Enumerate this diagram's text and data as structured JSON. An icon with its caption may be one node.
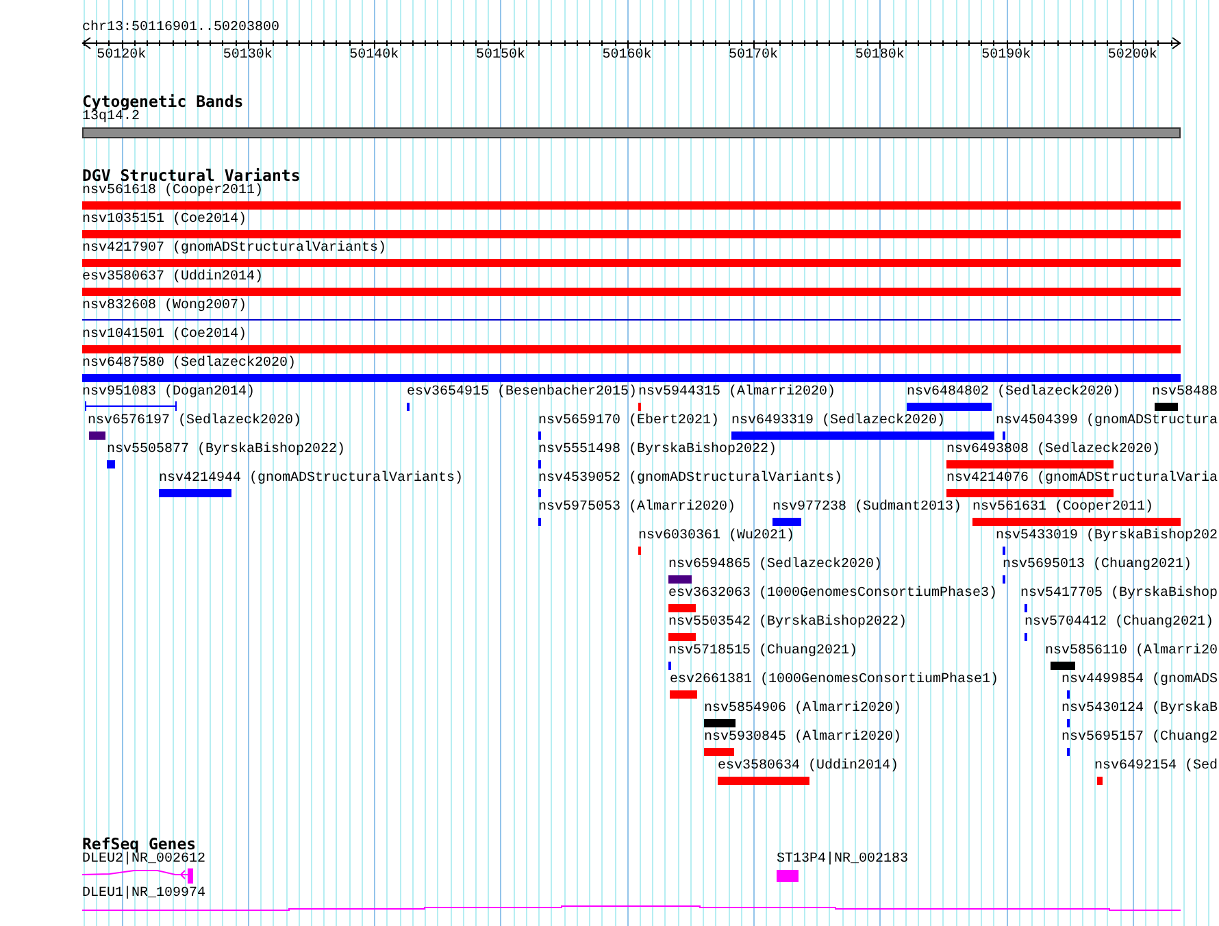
{
  "diagram": {
    "nodes": [
      {
        "text": [
          "13q14.2"
        ]
      },
      {
        "text": [
          "nsv561618 (Cooper2011)"
        ]
      },
      {
        "text": [
          "nsv1035151 (Coe2014)"
        ]
      },
      {
        "text": [
          "nsv4217907 (gnomADStructuralVariants)"
        ]
      },
      {
        "text": [
          "esv3580637 (Uddin2014)"
        ]
      },
      {
        "text": [
          "nsv832608 (Wong2007)"
        ]
      },
      {
        "text": [
          "nsv1041501 (Coe2014)"
        ]
      },
      {
        "text": [
          "nsv6487580 (Sedlazeck2020)"
        ]
      },
      {
        "text": [
          "nsv951083 (Dogan2014)"
        ]
      },
      {
        "text": [
          "esv3654915 (Besenbacher2015)"
        ]
      },
      {
        "text": [
          "nsv5944315 (Almarri2020)"
        ]
      },
      {
        "text": [
          "nsv6484802 (Sedlazeck2020)"
        ]
      },
      {
        "text": [
          "nsv58488"
        ]
      },
      {
        "text": [
          "nsv6576197 (Sedlazeck2020)"
        ]
      },
      {
        "text": [
          "nsv5659170 (Ebert2021)"
        ]
      },
      {
        "text": [
          "nsv6493319 (Sedlazeck2020)"
        ]
      },
      {
        "text": [
          "nsv4504399 (gnomADStructura"
        ]
      },
      {
        "text": [
          "nsv5505877 (ByrskaBishop2022)"
        ]
      },
      {
        "text": [
          "nsv5551498 (ByrskaBishop2022)"
        ]
      },
      {
        "text": [
          "nsv6493808 (Sedlazeck2020)"
        ]
      },
      {
        "text": [
          "nsv4214944 (gnomADStructuralVariants)"
        ]
      },
      {
        "text": [
          "nsv4539052 (gnomADStructuralVariants)"
        ]
      },
      {
        "text": [
          "nsv4214076 (gnomADStructuralVaria"
        ]
      },
      {
        "text": [
          "nsv5975053 (Almarri2020)"
        ]
      },
      {
        "text": [
          "nsv977238 (Sudmant2013)"
        ]
      },
      {
        "text": [
          "nsv561631 (Cooper2011)"
        ]
      },
      {
        "text": [
          "nsv6030361 (Wu2021)"
        ]
      },
      {
        "text": [
          "nsv5433019 (ByrskaBishop202"
        ]
      },
      {
        "text": [
          "nsv6594865 (Sedlazeck2020)"
        ]
      },
      {
        "text": [
          "nsv5695013 (Chuang2021)"
        ]
      },
      {
        "text": [
          "esv3632063 (1000GenomesConsortiumPhase3)"
        ]
      },
      {
        "text": [
          "nsv5417705 (ByrskaBishop"
        ]
      },
      {
        "text": [
          "nsv5503542 (ByrskaBishop2022)"
        ]
      },
      {
        "text": [
          "nsv5704412 (Chuang2021)"
        ]
      },
      {
        "text": [
          "nsv5718515 (Chuang2021)"
        ]
      },
      {
        "text": [
          "nsv5856110 (Almarri20"
        ]
      },
      {
        "text": [
          "esv2661381 (1000GenomesConsortiumPhase1)"
        ]
      },
      {
        "text": [
          "nsv4499854 (gnomADS"
        ]
      },
      {
        "text": [
          "nsv5854906 (Almarri2020)"
        ]
      },
      {
        "text": [
          "nsv5430124 (ByrskaB"
        ]
      },
      {
        "text": [
          "nsv5930845 (Almarri2020)"
        ]
      },
      {
        "text": [
          "nsv5695157 (Chuang2"
        ]
      },
      {
        "text": [
          "esv3580634 (Uddin2014)"
        ]
      },
      {
        "text": [
          "nsv6492154 (Sed"
        ]
      },
      {
        "text": [
          "DLEU2|NR_002612"
        ]
      },
      {
        "text": [
          "ST13P4|NR_002183"
        ]
      },
      {
        "text": [
          "DLEU1|NR_109974"
        ]
      }
    ],
    "labels": [
      "chr13:50116901..50203800",
      "50120k",
      "50130k",
      "50140k",
      "50150k",
      "50160k",
      "50170k",
      "50180k",
      "50190k",
      "50200k",
      "Cytogenetic Bands",
      "DGV Structural Variants",
      "RefSeq Genes"
    ]
  }
}
